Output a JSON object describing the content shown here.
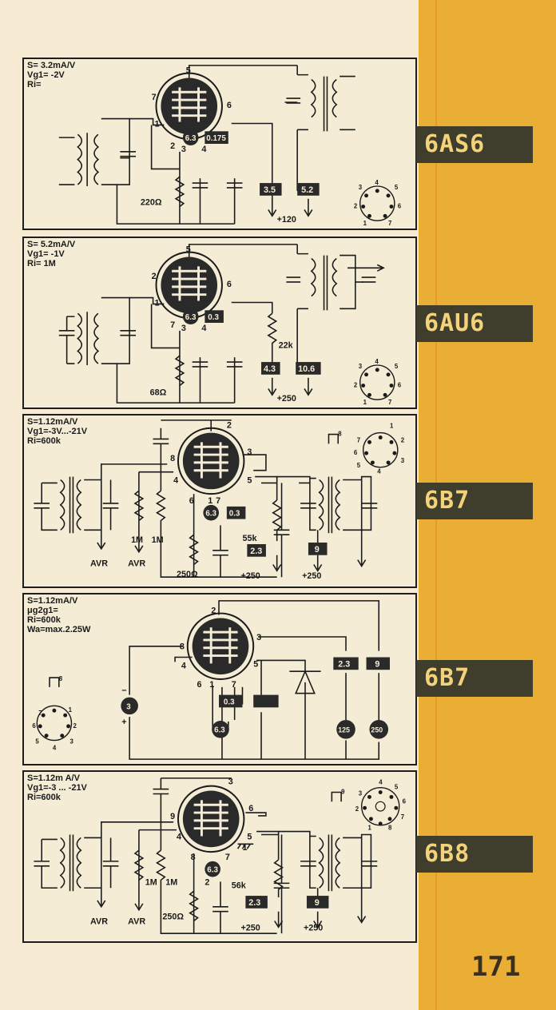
{
  "page_number": "171",
  "tubes": [
    {
      "tab": "6AS6",
      "specs": [
        "S= 3.2mA/V",
        "Vg1= -2V",
        "Ri="
      ],
      "pins": {
        "p5": "5",
        "p7": "7",
        "p1": "1",
        "p6": "6",
        "p2": "2",
        "p3": "3",
        "p4": "4"
      },
      "heater": "6.3",
      "heater_current": "0.175",
      "resistor": "220Ω",
      "box_a": "3.5",
      "box_b": "5.2",
      "supply": "+120",
      "socket": [
        "4",
        "5",
        "6",
        "7",
        "1",
        "2",
        "3"
      ]
    },
    {
      "tab": "6AU6",
      "specs": [
        "S= 5.2mA/V",
        "Vg1= -1V",
        "Ri= 1M"
      ],
      "pins": {
        "p5": "5",
        "p2": "2",
        "p1": "1",
        "p6": "6",
        "p7": "7",
        "p3": "3",
        "p4": "4"
      },
      "heater": "6.3",
      "heater_current": "0.3",
      "resistor": "68Ω",
      "load": "22k",
      "box_a": "4.3",
      "box_b": "10.6",
      "supply": "+250",
      "socket": [
        "4",
        "5",
        "6",
        "7",
        "1",
        "2",
        "3"
      ]
    },
    {
      "tab": "6B7",
      "specs": [
        "S=1.12mA/V",
        "Vg1=-3V...-21V",
        "Ri=600k"
      ],
      "pins": {
        "p2": "2",
        "p8": "8",
        "p3": "3",
        "p4": "4",
        "p5": "5",
        "p6": "6",
        "p1": "1",
        "p7": "7"
      },
      "heater": "6.3",
      "heater_current": "0.3",
      "r1": "1M",
      "r2": "1M",
      "avr1": "AVR",
      "avr2": "AVR",
      "resistor": "250Ω",
      "load": "55k",
      "box_a": "2.3",
      "box_b": "9",
      "supply1": "+250",
      "supply2": "+250",
      "base": "8",
      "socket": [
        "7",
        "1",
        "6",
        "2",
        "5",
        "3",
        "4"
      ]
    },
    {
      "tab": "6B7",
      "specs": [
        "S=1.12mA/V",
        "μg2g1=",
        "Ri=600k",
        "Wa=max.2.25W"
      ],
      "pins": {
        "p2": "2",
        "p8": "8",
        "p3": "3",
        "p4": "4",
        "p5": "5",
        "p6": "6",
        "p1": "1",
        "p7": "7"
      },
      "heater_current": "0.3",
      "heater": "6.3",
      "batt_g": "3",
      "batt_a": "125",
      "batt_b": "250",
      "box_a": "2.3",
      "box_b": "9",
      "base": "8",
      "minus": "−",
      "plus": "+",
      "socket": [
        "7",
        "1",
        "6",
        "2",
        "5",
        "3",
        "4"
      ]
    },
    {
      "tab": "6B8",
      "specs": [
        "S=1.12m A/V",
        "Vg1=-3 ... -21V",
        "Ri=600k"
      ],
      "pins": {
        "p3": "3",
        "p9": "9",
        "p6": "6",
        "p4": "4",
        "p5": "5",
        "p8": "8",
        "p2": "2",
        "p7": "7",
        "p1": "1"
      },
      "heater": "6.3",
      "r1": "1M",
      "r2": "1M",
      "avr1": "AVR",
      "avr2": "AVR",
      "resistor": "250Ω",
      "load": "56k",
      "box_a": "2.3",
      "box_b": "9",
      "supply1": "+250",
      "supply2": "+250",
      "base": "9",
      "socket": [
        "4",
        "5",
        "3",
        "6",
        "2",
        "7",
        "1",
        "8"
      ]
    }
  ]
}
